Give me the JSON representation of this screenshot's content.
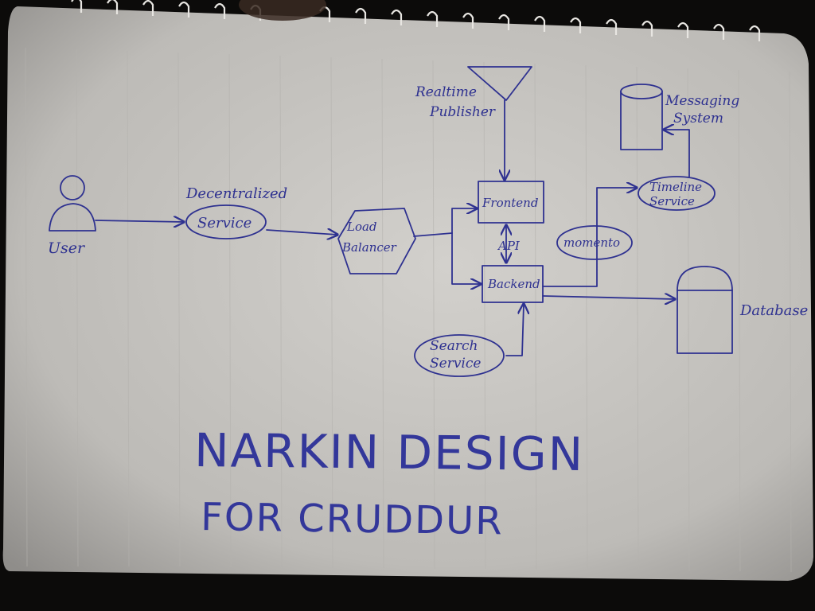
{
  "colors": {
    "ink": "#2e3190",
    "paper": "#c9c7c3",
    "background": "#0c0b0a"
  },
  "nodes": {
    "user": "User",
    "decentralized_service_label": "Decentralized",
    "decentralized_service": "Service",
    "load_balancer_line1": "Load",
    "load_balancer_line2": "Balancer",
    "realtime_publisher_line1": "Realtime",
    "realtime_publisher_line2": "Publisher",
    "frontend": "Frontend",
    "api": "API",
    "backend": "Backend",
    "momento": "momento",
    "timeline_service_line1": "Timeline",
    "timeline_service_line2": "Service",
    "messaging_system_line1": "Messaging",
    "messaging_system_line2": "System",
    "database": "Database",
    "search_service_line1": "Search",
    "search_service_line2": "Service"
  },
  "title": {
    "line1": "NARKIN DESIGN",
    "line2": "FOR CRUDDUR"
  },
  "icons": [
    "person-icon",
    "antenna-icon",
    "cylinder-icon",
    "hexagon-icon"
  ]
}
